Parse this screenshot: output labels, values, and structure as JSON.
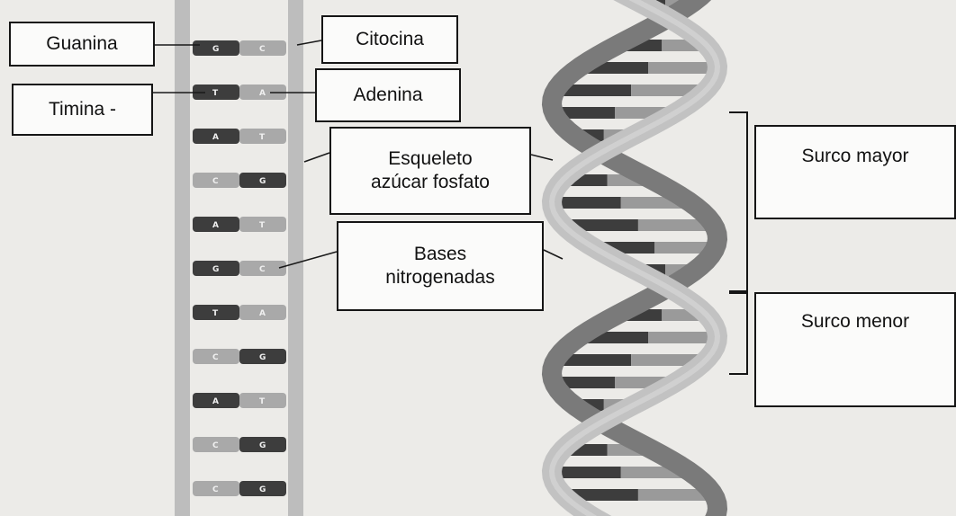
{
  "labels": {
    "guanina": "Guanina",
    "citocina": "Citocina",
    "timina": "Timina",
    "timina_mark": "-",
    "adenina": "Adenina",
    "esqueleto_line1": "Esqueleto",
    "esqueleto_line2": "azúcar fosfato",
    "bases_line1": "Bases",
    "bases_line2": "nitrogenadas",
    "surco_mayor": "Surco mayor",
    "surco_menor": "Surco menor"
  },
  "ladder_base_pairs": [
    {
      "left": "G",
      "right": "C"
    },
    {
      "left": "T",
      "right": "A"
    },
    {
      "left": "A",
      "right": "T"
    },
    {
      "left": "C",
      "right": "G"
    },
    {
      "left": "A",
      "right": "T"
    },
    {
      "left": "G",
      "right": "C"
    },
    {
      "left": "T",
      "right": "A"
    },
    {
      "left": "C",
      "right": "G"
    },
    {
      "left": "A",
      "right": "T"
    },
    {
      "left": "C",
      "right": "G"
    },
    {
      "left": "C",
      "right": "G"
    }
  ],
  "colors": {
    "background": "#ecebe8",
    "rail": "#b9b9b9",
    "dark_base": "#3d3d3d",
    "light_base": "#a9a9a9",
    "strand_light": "#c2c2c2",
    "strand_dark": "#7a7a7a",
    "box_border": "#151515"
  }
}
